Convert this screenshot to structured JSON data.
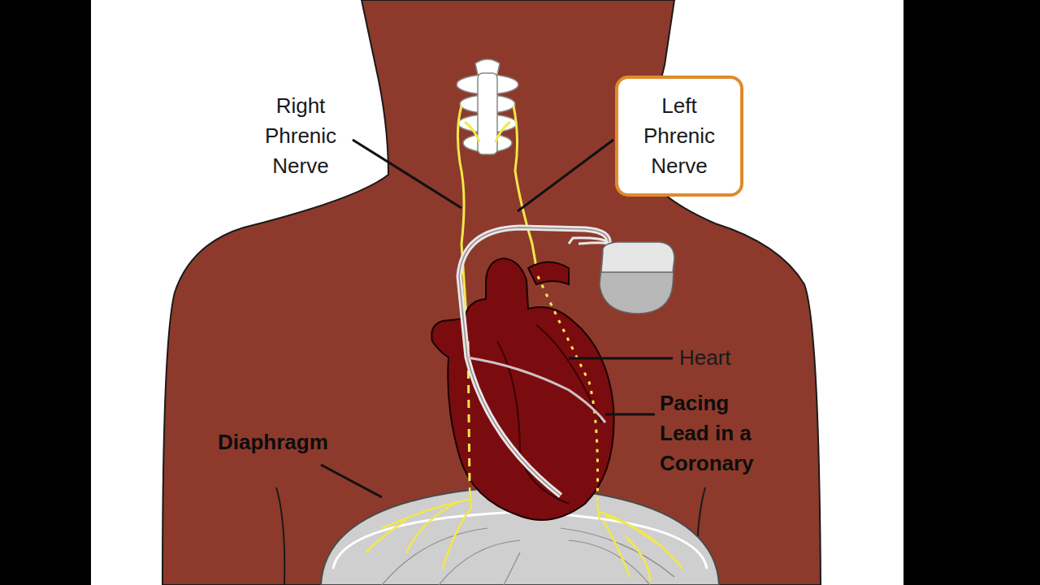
{
  "diagram": {
    "nodes": [
      {
        "text": [
          "Left Phrenic Nerve"
        ]
      }
    ],
    "labels": [
      "Right Phrenic Nerve",
      "Heart",
      "Pacing Lead in a Coronary",
      "Diaphragm"
    ]
  }
}
